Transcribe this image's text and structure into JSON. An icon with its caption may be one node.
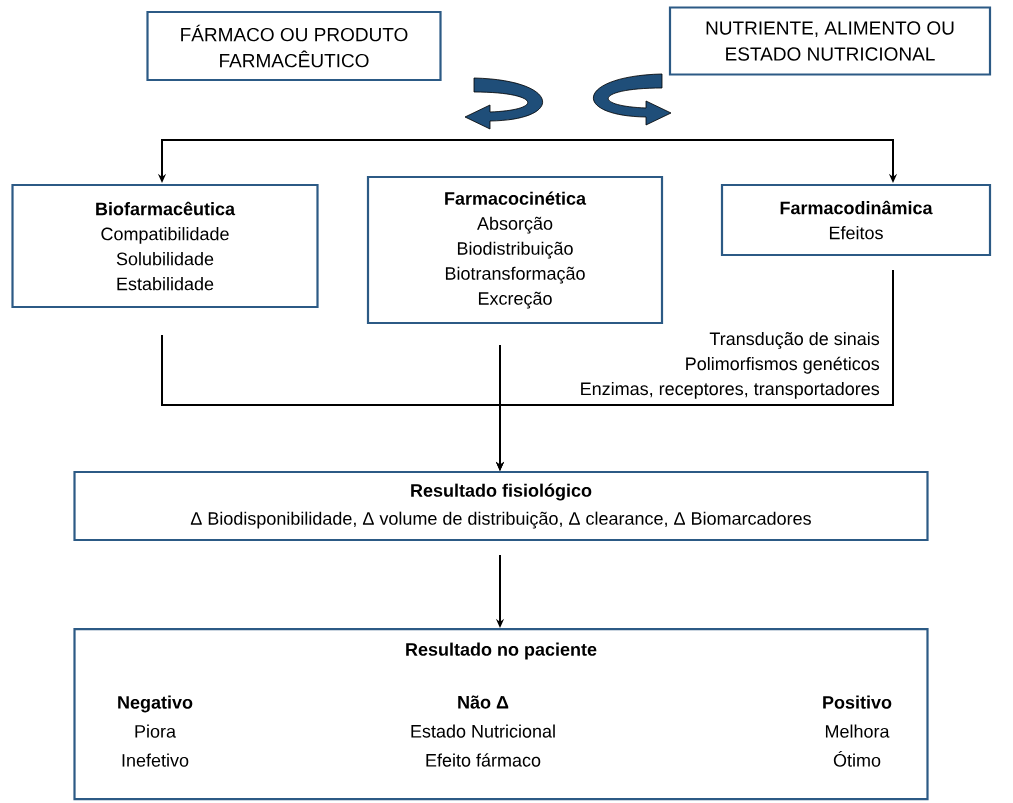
{
  "diagram": {
    "nodes": [
      {
        "text": [
          "FÁRMACO OU PRODUTO FARMACÊUTICO"
        ]
      },
      {
        "text": [
          "NUTRIENTE, ALIMENTO OU ESTADO NUTRICIONAL"
        ]
      },
      {
        "text": [
          "Biofarmacêutica",
          "Compatibilidade",
          "Solubilidade",
          "Estabilidade"
        ]
      },
      {
        "text": [
          "Farmacocinética",
          "Absorção",
          "Biodistribuição",
          "Biotransformação",
          "Excreção"
        ]
      },
      {
        "text": [
          "Farmacodinâmica",
          "Efeitos"
        ]
      },
      {
        "text": [
          "Resultado fisiológico",
          "Δ Biodisponibilidade, Δ volume de distribuição, Δ clearance, Δ Biomarcadores"
        ]
      },
      {
        "text": [
          "Resultado no paciente",
          "Negativo",
          "Piora",
          "Inefetivo",
          "Não Δ",
          "Estado Nutricional",
          "Efeito fármaco",
          "Positivo",
          "Melhora",
          "Ótimo"
        ]
      }
    ],
    "edges": [
      {
        "from": null,
        "to": 2,
        "arrow": "to"
      },
      {
        "from": null,
        "to": 4,
        "arrow": "to"
      },
      {
        "from": 2,
        "to": 5,
        "arrow": "to"
      },
      {
        "from": 3,
        "to": 5,
        "arrow": "to"
      },
      {
        "from": 4,
        "to": 5,
        "arrow": "to"
      },
      {
        "from": 5,
        "to": 6,
        "arrow": "to"
      }
    ],
    "labels": [
      "Transdução de sinais",
      "Polimorfismos genéticos",
      "Enzimas,  receptores, transportadores"
    ]
  }
}
